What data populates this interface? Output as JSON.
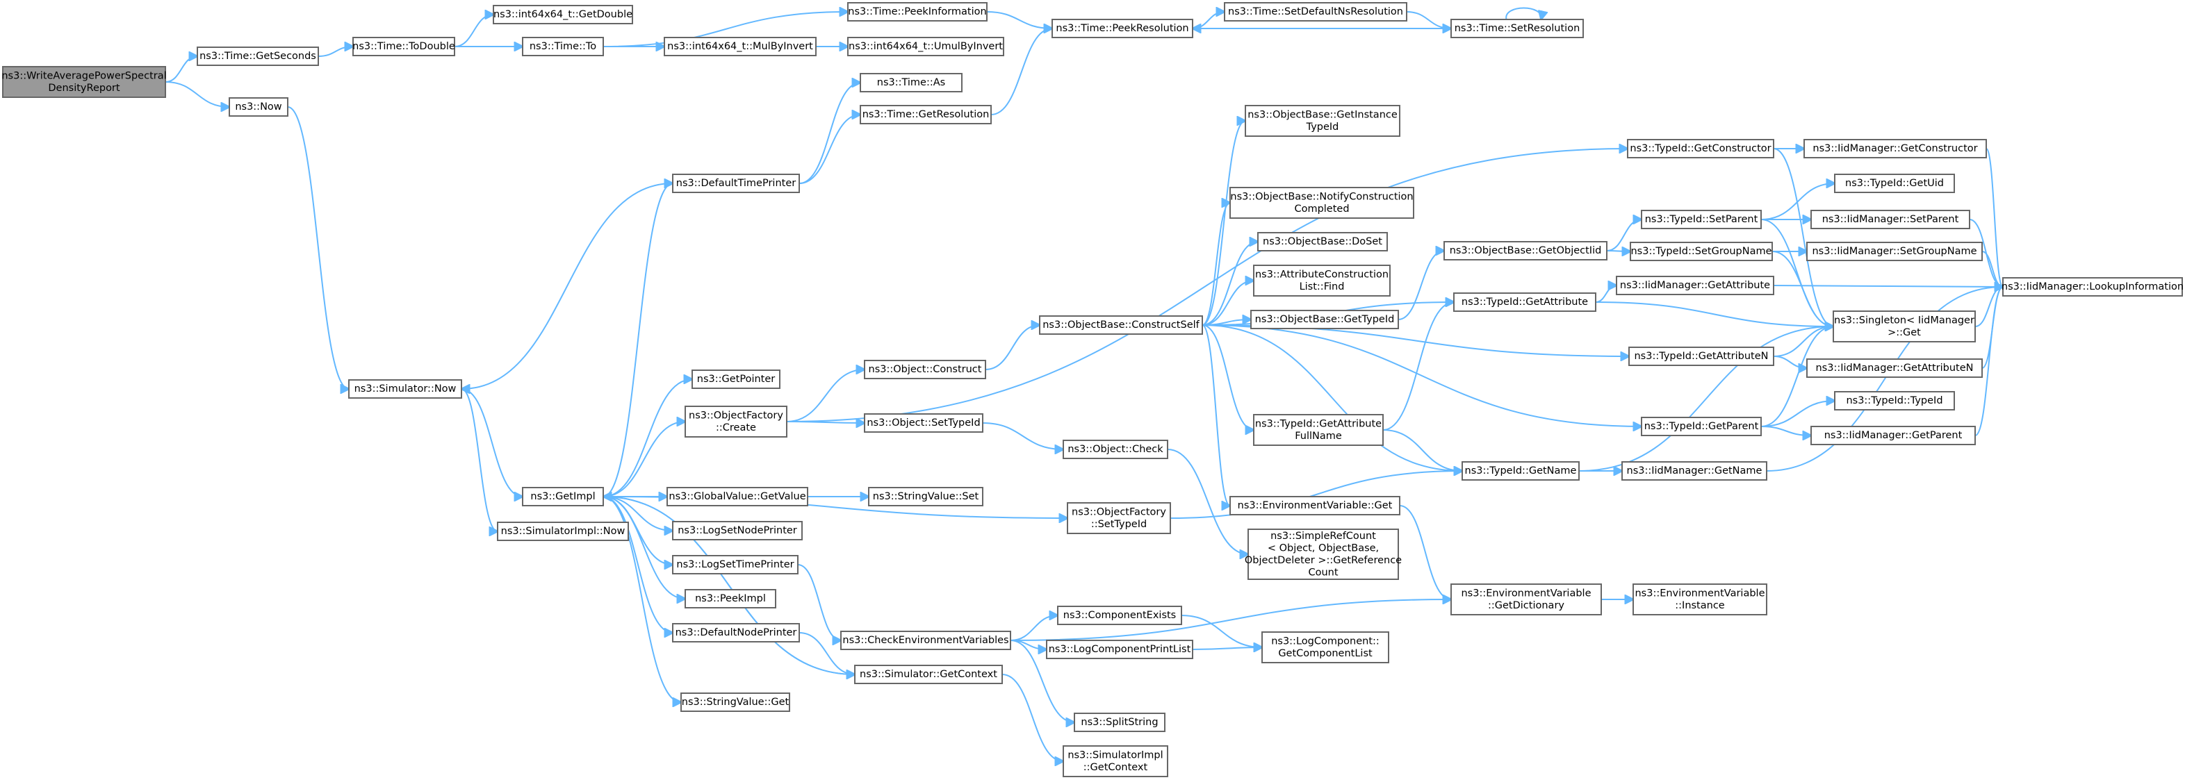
{
  "graph": {
    "colors": {
      "edge": "#63b8ff",
      "root_fill": "#999999",
      "node_border": "#666666"
    },
    "nodes": {
      "root": {
        "lines": [
          "ns3::WriteAveragePowerSpectral",
          "DensityReport"
        ]
      },
      "getSeconds": {
        "lines": [
          "ns3::Time::GetSeconds"
        ]
      },
      "now": {
        "lines": [
          "ns3::Now"
        ]
      },
      "toDouble": {
        "lines": [
          "ns3::Time::ToDouble"
        ]
      },
      "int64GetDouble": {
        "lines": [
          "ns3::int64x64_t::GetDouble"
        ]
      },
      "timeTo": {
        "lines": [
          "ns3::Time::To"
        ]
      },
      "peekInformation": {
        "lines": [
          "ns3::Time::PeekInformation"
        ]
      },
      "mulByInvert": {
        "lines": [
          "ns3::int64x64_t::MulByInvert"
        ]
      },
      "umulByInvert": {
        "lines": [
          "ns3::int64x64_t::UmulByInvert"
        ]
      },
      "peekResolution": {
        "lines": [
          "ns3::Time::PeekResolution"
        ]
      },
      "setDefaultNsResolution": {
        "lines": [
          "ns3::Time::SetDefaultNsResolution"
        ]
      },
      "setResolution": {
        "lines": [
          "ns3::Time::SetResolution"
        ]
      },
      "timeAs": {
        "lines": [
          "ns3::Time::As"
        ]
      },
      "getResolution": {
        "lines": [
          "ns3::Time::GetResolution"
        ]
      },
      "defaultTimePrinter": {
        "lines": [
          "ns3::DefaultTimePrinter"
        ]
      },
      "simulatorNow": {
        "lines": [
          "ns3::Simulator::Now"
        ]
      },
      "simulatorImplNow": {
        "lines": [
          "ns3::SimulatorImpl::Now"
        ]
      },
      "getImpl": {
        "lines": [
          "ns3::GetImpl"
        ]
      },
      "getPointer": {
        "lines": [
          "ns3::GetPointer"
        ]
      },
      "objectFactoryCreate": {
        "lines": [
          "ns3::ObjectFactory",
          "::Create"
        ]
      },
      "globalValueGetValue": {
        "lines": [
          "ns3::GlobalValue::GetValue"
        ]
      },
      "logSetNodePrinter": {
        "lines": [
          "ns3::LogSetNodePrinter"
        ]
      },
      "logSetTimePrinter": {
        "lines": [
          "ns3::LogSetTimePrinter"
        ]
      },
      "peekImpl": {
        "lines": [
          "ns3::PeekImpl"
        ]
      },
      "defaultNodePrinter": {
        "lines": [
          "ns3::DefaultNodePrinter"
        ]
      },
      "stringValueGet": {
        "lines": [
          "ns3::StringValue::Get"
        ]
      },
      "stringValueSet": {
        "lines": [
          "ns3::StringValue::Set"
        ]
      },
      "objectConstruct": {
        "lines": [
          "ns3::Object::Construct"
        ]
      },
      "objectSetTypeId": {
        "lines": [
          "ns3::Object::SetTypeId"
        ]
      },
      "objectCheck": {
        "lines": [
          "ns3::Object::Check"
        ]
      },
      "objectFactorySetTypeId": {
        "lines": [
          "ns3::ObjectFactory",
          "::SetTypeId"
        ]
      },
      "checkEnvVars": {
        "lines": [
          "ns3::CheckEnvironmentVariables"
        ]
      },
      "simulatorGetContext": {
        "lines": [
          "ns3::Simulator::GetContext"
        ]
      },
      "componentExists": {
        "lines": [
          "ns3::ComponentExists"
        ]
      },
      "logComponentPrintList": {
        "lines": [
          "ns3::LogComponentPrintList"
        ]
      },
      "splitString": {
        "lines": [
          "ns3::SplitString"
        ]
      },
      "simulatorImplGetContext": {
        "lines": [
          "ns3::SimulatorImpl",
          "::GetContext"
        ]
      },
      "constructSelf": {
        "lines": [
          "ns3::ObjectBase::ConstructSelf"
        ]
      },
      "getInstanceTypeId": {
        "lines": [
          "ns3::ObjectBase::GetInstance",
          "TypeId"
        ]
      },
      "notifyConstruction": {
        "lines": [
          "ns3::ObjectBase::NotifyConstruction",
          "Completed"
        ]
      },
      "doSet": {
        "lines": [
          "ns3::ObjectBase::DoSet"
        ]
      },
      "attrConstructionListFind": {
        "lines": [
          "ns3::AttributeConstruction",
          "List::Find"
        ]
      },
      "objectBaseGetTypeId": {
        "lines": [
          "ns3::ObjectBase::GetTypeId"
        ]
      },
      "typeIdGetAttributeFullName": {
        "lines": [
          "ns3::TypeId::GetAttribute",
          "FullName"
        ]
      },
      "envVarGet": {
        "lines": [
          "ns3::EnvironmentVariable::Get"
        ]
      },
      "simpleRefCount": {
        "lines": [
          "ns3::SimpleRefCount",
          "< Object, ObjectBase,",
          "ObjectDeleter >::GetReference",
          "Count"
        ]
      },
      "logComponentGetList": {
        "lines": [
          "ns3::LogComponent::",
          "GetComponentList"
        ]
      },
      "objectBaseGetObjectIid": {
        "lines": [
          "ns3::ObjectBase::GetObjectIid"
        ]
      },
      "typeIdGetAttribute": {
        "lines": [
          "ns3::TypeId::GetAttribute"
        ]
      },
      "envVarGetDictionary": {
        "lines": [
          "ns3::EnvironmentVariable",
          "::GetDictionary"
        ]
      },
      "typeIdGetName": {
        "lines": [
          "ns3::TypeId::GetName"
        ]
      },
      "typeIdGetConstructor": {
        "lines": [
          "ns3::TypeId::GetConstructor"
        ]
      },
      "typeIdSetParent": {
        "lines": [
          "ns3::TypeId::SetParent"
        ]
      },
      "typeIdSetGroupName": {
        "lines": [
          "ns3::TypeId::SetGroupName"
        ]
      },
      "iidGetAttribute": {
        "lines": [
          "ns3::IidManager::GetAttribute"
        ]
      },
      "typeIdGetAttributeN": {
        "lines": [
          "ns3::TypeId::GetAttributeN"
        ]
      },
      "typeIdGetParent": {
        "lines": [
          "ns3::TypeId::GetParent"
        ]
      },
      "iidGetName": {
        "lines": [
          "ns3::IidManager::GetName"
        ]
      },
      "envVarInstance": {
        "lines": [
          "ns3::EnvironmentVariable",
          "::Instance"
        ]
      },
      "iidGetConstructor": {
        "lines": [
          "ns3::IidManager::GetConstructor"
        ]
      },
      "typeIdGetUid": {
        "lines": [
          "ns3::TypeId::GetUid"
        ]
      },
      "iidSetParent": {
        "lines": [
          "ns3::IidManager::SetParent"
        ]
      },
      "iidSetGroupName": {
        "lines": [
          "ns3::IidManager::SetGroupName"
        ]
      },
      "singletonGet": {
        "lines": [
          "ns3::Singleton< IidManager",
          ">::Get"
        ]
      },
      "iidGetAttributeN": {
        "lines": [
          "ns3::IidManager::GetAttributeN"
        ]
      },
      "typeIdTypeId": {
        "lines": [
          "ns3::TypeId::TypeId"
        ]
      },
      "iidGetParent": {
        "lines": [
          "ns3::IidManager::GetParent"
        ]
      },
      "lookupInformation": {
        "lines": [
          "ns3::IidManager::LookupInformation"
        ]
      }
    },
    "edges": [
      [
        "root",
        "getSeconds"
      ],
      [
        "root",
        "now"
      ],
      [
        "getSeconds",
        "toDouble"
      ],
      [
        "toDouble",
        "int64GetDouble"
      ],
      [
        "toDouble",
        "timeTo"
      ],
      [
        "timeTo",
        "peekInformation"
      ],
      [
        "timeTo",
        "mulByInvert"
      ],
      [
        "mulByInvert",
        "umulByInvert"
      ],
      [
        "peekInformation",
        "peekResolution"
      ],
      [
        "peekResolution",
        "setDefaultNsResolution"
      ],
      [
        "setDefaultNsResolution",
        "setResolution"
      ],
      [
        "setResolution",
        "peekResolution"
      ],
      [
        "setResolution",
        "setResolution"
      ],
      [
        "now",
        "simulatorNow"
      ],
      [
        "simulatorNow",
        "getImpl"
      ],
      [
        "simulatorNow",
        "simulatorImplNow"
      ],
      [
        "defaultTimePrinter",
        "timeAs"
      ],
      [
        "defaultTimePrinter",
        "getResolution"
      ],
      [
        "defaultTimePrinter",
        "simulatorNow"
      ],
      [
        "getResolution",
        "peekResolution"
      ],
      [
        "getImpl",
        "defaultTimePrinter"
      ],
      [
        "getImpl",
        "getPointer"
      ],
      [
        "getImpl",
        "objectFactoryCreate"
      ],
      [
        "getImpl",
        "globalValueGetValue"
      ],
      [
        "getImpl",
        "logSetNodePrinter"
      ],
      [
        "getImpl",
        "logSetTimePrinter"
      ],
      [
        "getImpl",
        "peekImpl"
      ],
      [
        "getImpl",
        "defaultNodePrinter"
      ],
      [
        "getImpl",
        "stringValueGet"
      ],
      [
        "getImpl",
        "objectFactorySetTypeId"
      ],
      [
        "getImpl",
        "simulatorGetContext"
      ],
      [
        "globalValueGetValue",
        "stringValueSet"
      ],
      [
        "objectFactoryCreate",
        "objectConstruct"
      ],
      [
        "objectFactoryCreate",
        "objectSetTypeId"
      ],
      [
        "objectFactoryCreate",
        "typeIdGetConstructor"
      ],
      [
        "objectSetTypeId",
        "objectCheck"
      ],
      [
        "objectCheck",
        "simpleRefCount"
      ],
      [
        "objectConstruct",
        "constructSelf"
      ],
      [
        "logSetTimePrinter",
        "checkEnvVars"
      ],
      [
        "defaultNodePrinter",
        "simulatorGetContext"
      ],
      [
        "simulatorGetContext",
        "getImpl"
      ],
      [
        "simulatorGetContext",
        "simulatorImplGetContext"
      ],
      [
        "checkEnvVars",
        "componentExists"
      ],
      [
        "checkEnvVars",
        "logComponentPrintList"
      ],
      [
        "checkEnvVars",
        "splitString"
      ],
      [
        "checkEnvVars",
        "envVarGetDictionary"
      ],
      [
        "componentExists",
        "logComponentGetList"
      ],
      [
        "logComponentPrintList",
        "logComponentGetList"
      ],
      [
        "objectFactorySetTypeId",
        "typeIdGetName"
      ],
      [
        "constructSelf",
        "getInstanceTypeId"
      ],
      [
        "constructSelf",
        "notifyConstruction"
      ],
      [
        "constructSelf",
        "doSet"
      ],
      [
        "constructSelf",
        "attrConstructionListFind"
      ],
      [
        "constructSelf",
        "objectBaseGetTypeId"
      ],
      [
        "constructSelf",
        "typeIdGetAttributeFullName"
      ],
      [
        "constructSelf",
        "envVarGet"
      ],
      [
        "constructSelf",
        "typeIdGetAttribute"
      ],
      [
        "constructSelf",
        "typeIdGetAttributeN"
      ],
      [
        "constructSelf",
        "typeIdGetName"
      ],
      [
        "constructSelf",
        "typeIdGetParent"
      ],
      [
        "objectBaseGetTypeId",
        "objectBaseGetObjectIid"
      ],
      [
        "objectBaseGetObjectIid",
        "typeIdSetParent"
      ],
      [
        "objectBaseGetObjectIid",
        "typeIdSetGroupName"
      ],
      [
        "typeIdGetAttributeFullName",
        "typeIdGetAttribute"
      ],
      [
        "typeIdGetAttributeFullName",
        "typeIdGetName"
      ],
      [
        "envVarGet",
        "envVarGetDictionary"
      ],
      [
        "envVarGetDictionary",
        "envVarInstance"
      ],
      [
        "typeIdGetAttribute",
        "iidGetAttribute"
      ],
      [
        "typeIdGetAttribute",
        "singletonGet"
      ],
      [
        "iidGetAttribute",
        "lookupInformation"
      ],
      [
        "typeIdGetConstructor",
        "iidGetConstructor"
      ],
      [
        "typeIdGetConstructor",
        "singletonGet"
      ],
      [
        "iidGetConstructor",
        "lookupInformation"
      ],
      [
        "typeIdSetParent",
        "typeIdGetUid"
      ],
      [
        "typeIdSetParent",
        "iidSetParent"
      ],
      [
        "typeIdSetParent",
        "singletonGet"
      ],
      [
        "iidSetParent",
        "lookupInformation"
      ],
      [
        "typeIdSetGroupName",
        "iidSetGroupName"
      ],
      [
        "typeIdSetGroupName",
        "singletonGet"
      ],
      [
        "iidSetGroupName",
        "lookupInformation"
      ],
      [
        "typeIdGetAttributeN",
        "iidGetAttributeN"
      ],
      [
        "typeIdGetAttributeN",
        "singletonGet"
      ],
      [
        "iidGetAttributeN",
        "lookupInformation"
      ],
      [
        "typeIdGetParent",
        "typeIdTypeId"
      ],
      [
        "typeIdGetParent",
        "iidGetParent"
      ],
      [
        "typeIdGetParent",
        "singletonGet"
      ],
      [
        "iidGetParent",
        "lookupInformation"
      ],
      [
        "typeIdGetName",
        "iidGetName"
      ],
      [
        "typeIdGetName",
        "singletonGet"
      ],
      [
        "iidGetName",
        "lookupInformation"
      ],
      [
        "singletonGet",
        "lookupInformation"
      ]
    ]
  }
}
